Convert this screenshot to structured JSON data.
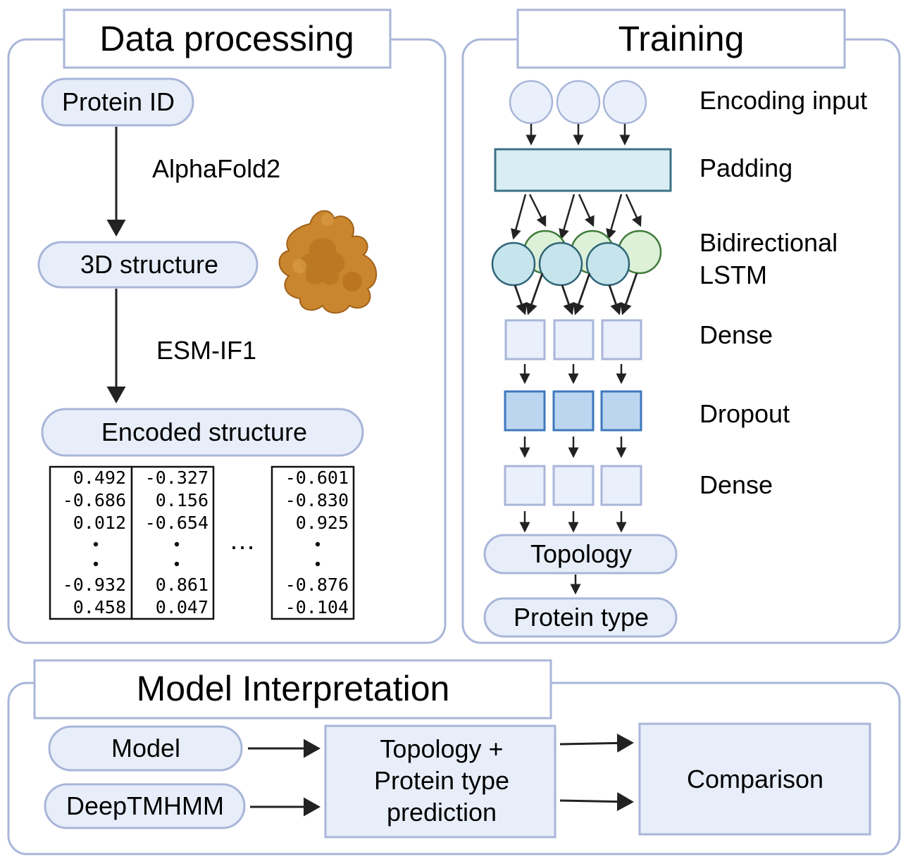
{
  "data_processing": {
    "title": "Data processing",
    "protein_id": "Protein ID",
    "step1_label": "AlphaFold2",
    "structure_3d": "3D structure",
    "step2_label": "ESM-IF1",
    "encoded_structure": "Encoded structure",
    "ellipsis": "…",
    "matrix": {
      "col1": [
        "0.492",
        "-0.686",
        "0.012",
        "-0.932",
        "0.458"
      ],
      "col2": [
        "-0.327",
        "0.156",
        "-0.654",
        "0.861",
        "0.047"
      ],
      "col3": [
        "-0.601",
        "-0.830",
        "0.925",
        "-0.876",
        "-0.104"
      ]
    }
  },
  "training": {
    "title": "Training",
    "layers": {
      "encoding": "Encoding input",
      "padding": "Padding",
      "bilstm_line1": "Bidirectional",
      "bilstm_line2": "LSTM",
      "dense1": "Dense",
      "dropout": "Dropout",
      "dense2": "Dense"
    },
    "topology": "Topology",
    "protein_type": "Protein type"
  },
  "interpretation": {
    "title": "Model Interpretation",
    "model": "Model",
    "deeptmhmm": "DeepTMHMM",
    "prediction_line1": "Topology +",
    "prediction_line2": "Protein type",
    "prediction_line3": "prediction",
    "comparison": "Comparison"
  },
  "colors": {
    "panel_border": "#a9b6d9",
    "pill_fill": "#e8eef9",
    "node_fill": "#e9f0fb",
    "padding_fill": "#d8eef2",
    "padding_border": "#3d7185",
    "lstm_blue": "#c5e4ec",
    "lstm_green": "#ddf0d8",
    "dropout_fill": "#bcd6f0",
    "dropout_border": "#3f78bd",
    "protein_blob": "#c9862e",
    "arrow": "#222222"
  }
}
